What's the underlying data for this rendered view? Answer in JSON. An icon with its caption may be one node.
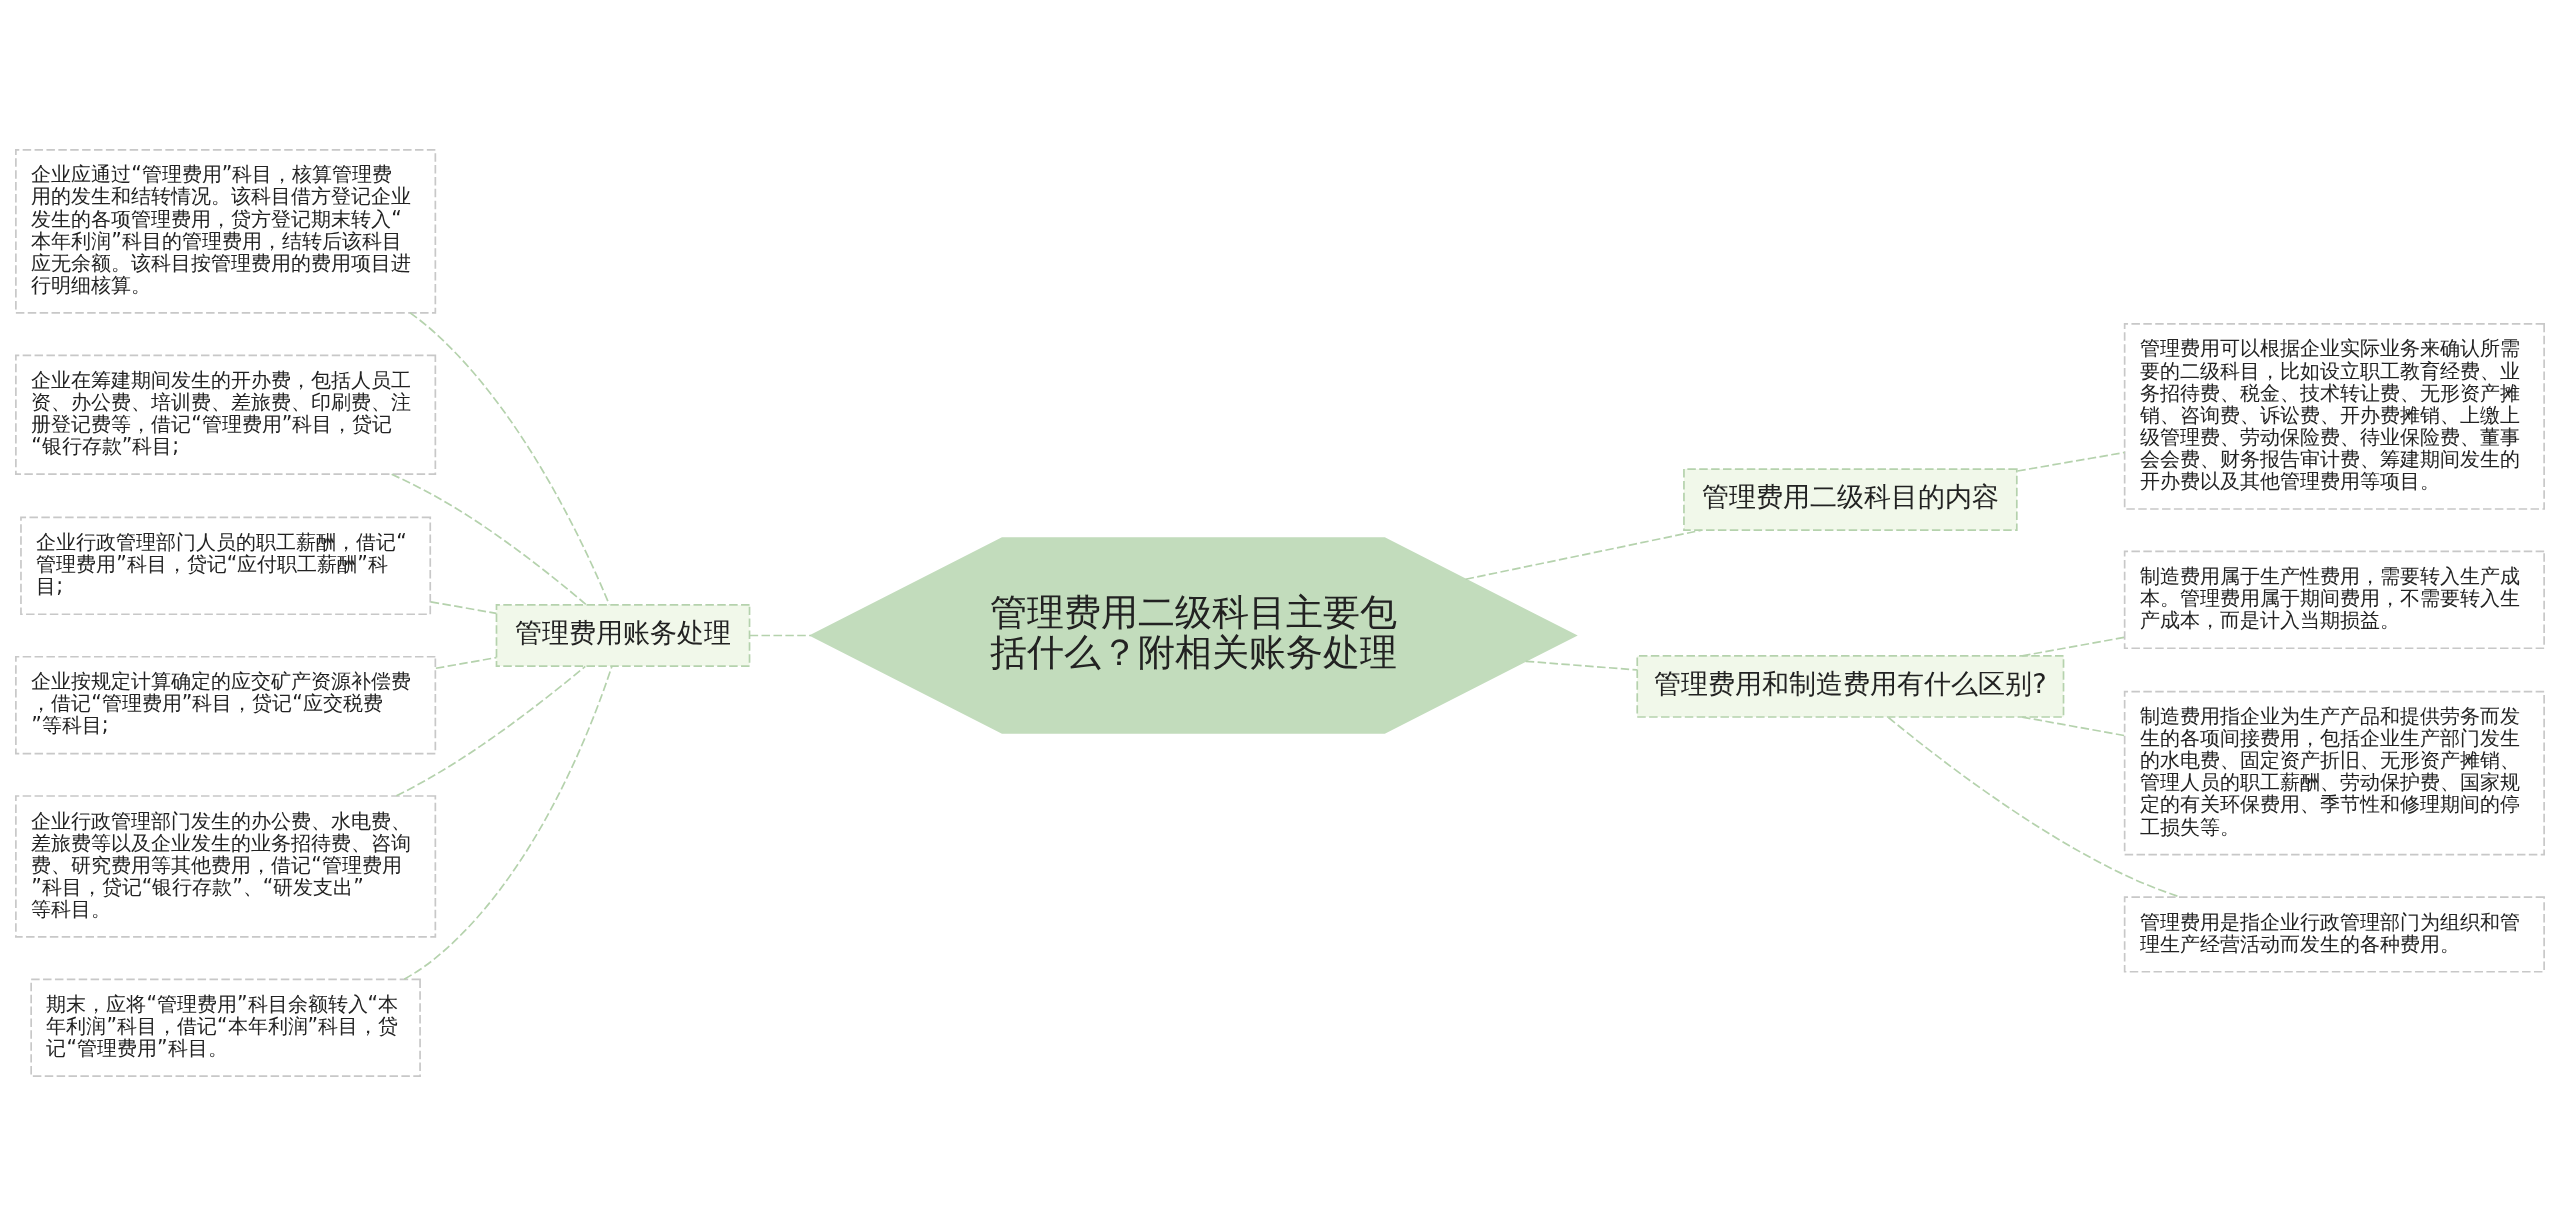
{
  "diagram": {
    "nodes": [
      {
        "text": [
          "管理费用二级科目主要包括什么？附相关账务处理"
        ]
      },
      {
        "text": [
          "管理费用账务处理"
        ]
      },
      {
        "text": [
          "企业应通过“管理费用”科目，核算管理费用的发生和结转情况。该科目借方登记企业发生的各项管理费用，贷方登记期末转入“本年利润”科目的管理费用，结转后该科目应无余额。该科目按管理费用的费用项目进行明细核算。"
        ]
      },
      {
        "text": [
          "企业在筹建期间发生的开办费，包括人员工资、办公费、培训费、差旅费、印刷费、注册登记费等，借记“管理费用”科目，贷记“银行存款”科目;"
        ]
      },
      {
        "text": [
          "企业行政管理部门人员的职工薪酬，借记“管理费用”科目，贷记“应付职工薪酬”科目;"
        ]
      },
      {
        "text": [
          "企业按规定计算确定的应交矿产资源补偿费，借记“管理费用”科目，贷记“应交税费”等科目;"
        ]
      },
      {
        "text": [
          "企业行政管理部门发生的办公费、水电费、差旅费等以及企业发生的业务招待费、咨询费、研究费用等其他费用，借记“管理费用”科目，贷记“银行存款”、“研发支出”等科目。"
        ]
      },
      {
        "text": [
          "期末，应将“管理费用”科目余额转入“本年利润”科目，借记“本年利润”科目，贷记“管理费用”科目。"
        ]
      },
      {
        "text": [
          "管理费用二级科目的内容"
        ]
      },
      {
        "text": [
          "管理费用可以根据企业实际业务来确认所需要的二级科目，比如设立职工教育经费、业务招待费、税金、技术转让费、无形资产摊销、咨询费、诉讼费、开办费摊销、上缴上级管理费、劳动保险费、待业保险费、董事会会费、财务报告审计费、筹建期间发生的开办费以及其他管理费用等项目。"
        ]
      },
      {
        "text": [
          "管理费用和制造费用有什么区别?"
        ]
      },
      {
        "text": [
          "制造费用属于生产性费用，需要转入生产成本。管理费用属于期间费用，不需要转入生产成本，而是计入当期损益。"
        ]
      },
      {
        "text": [
          "制造费用指企业为生产产品和提供劳务而发生的各项间接费用，包括企业生产部门发生的水电费、固定资产折旧、无形资产摊销、管理人员的职工薪酬、劳动保护费、国家规定的有关环保费用、季节性和修理期间的停工损失等。"
        ]
      },
      {
        "text": [
          "管理费用是指企业行政管理部门为组织和管理生产经营活动而发生的各种费用。"
        ]
      }
    ],
    "edges": [
      {
        "from": 2,
        "to": 1,
        "arrow": "none"
      },
      {
        "from": 3,
        "to": 1,
        "arrow": "none"
      },
      {
        "from": 4,
        "to": 1,
        "arrow": "none"
      },
      {
        "from": 5,
        "to": 1,
        "arrow": "none"
      },
      {
        "from": 6,
        "to": 1,
        "arrow": "none"
      },
      {
        "from": 7,
        "to": 1,
        "arrow": "none"
      },
      {
        "from": 1,
        "to": 0,
        "arrow": "none"
      },
      {
        "from": 0,
        "to": 8,
        "arrow": "none"
      },
      {
        "from": 8,
        "to": 9,
        "arrow": "none"
      },
      {
        "from": 0,
        "to": 10,
        "arrow": "none"
      },
      {
        "from": 10,
        "to": 11,
        "arrow": "none"
      },
      {
        "from": 10,
        "to": 12,
        "arrow": "none"
      },
      {
        "from": 10,
        "to": 13,
        "arrow": "none"
      }
    ]
  }
}
